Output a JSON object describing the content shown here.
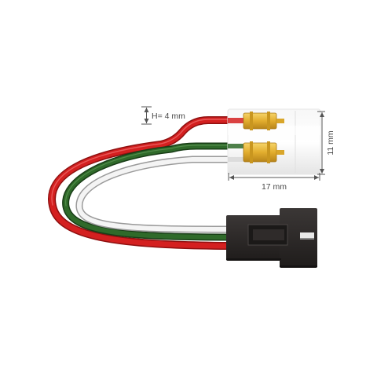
{
  "dimensions": {
    "height_label": "H= 4 mm",
    "side_label": "11 mm",
    "length_label": "17 mm"
  },
  "wires": [
    {
      "name": "red",
      "color": "#d42020"
    },
    {
      "name": "green",
      "color": "#2f6a2a"
    },
    {
      "name": "white",
      "color": "#f4f4f4"
    }
  ],
  "colors": {
    "contact_gold": "#e5b33a",
    "connector_body": "#2c2928",
    "dimension_line": "#555555"
  }
}
